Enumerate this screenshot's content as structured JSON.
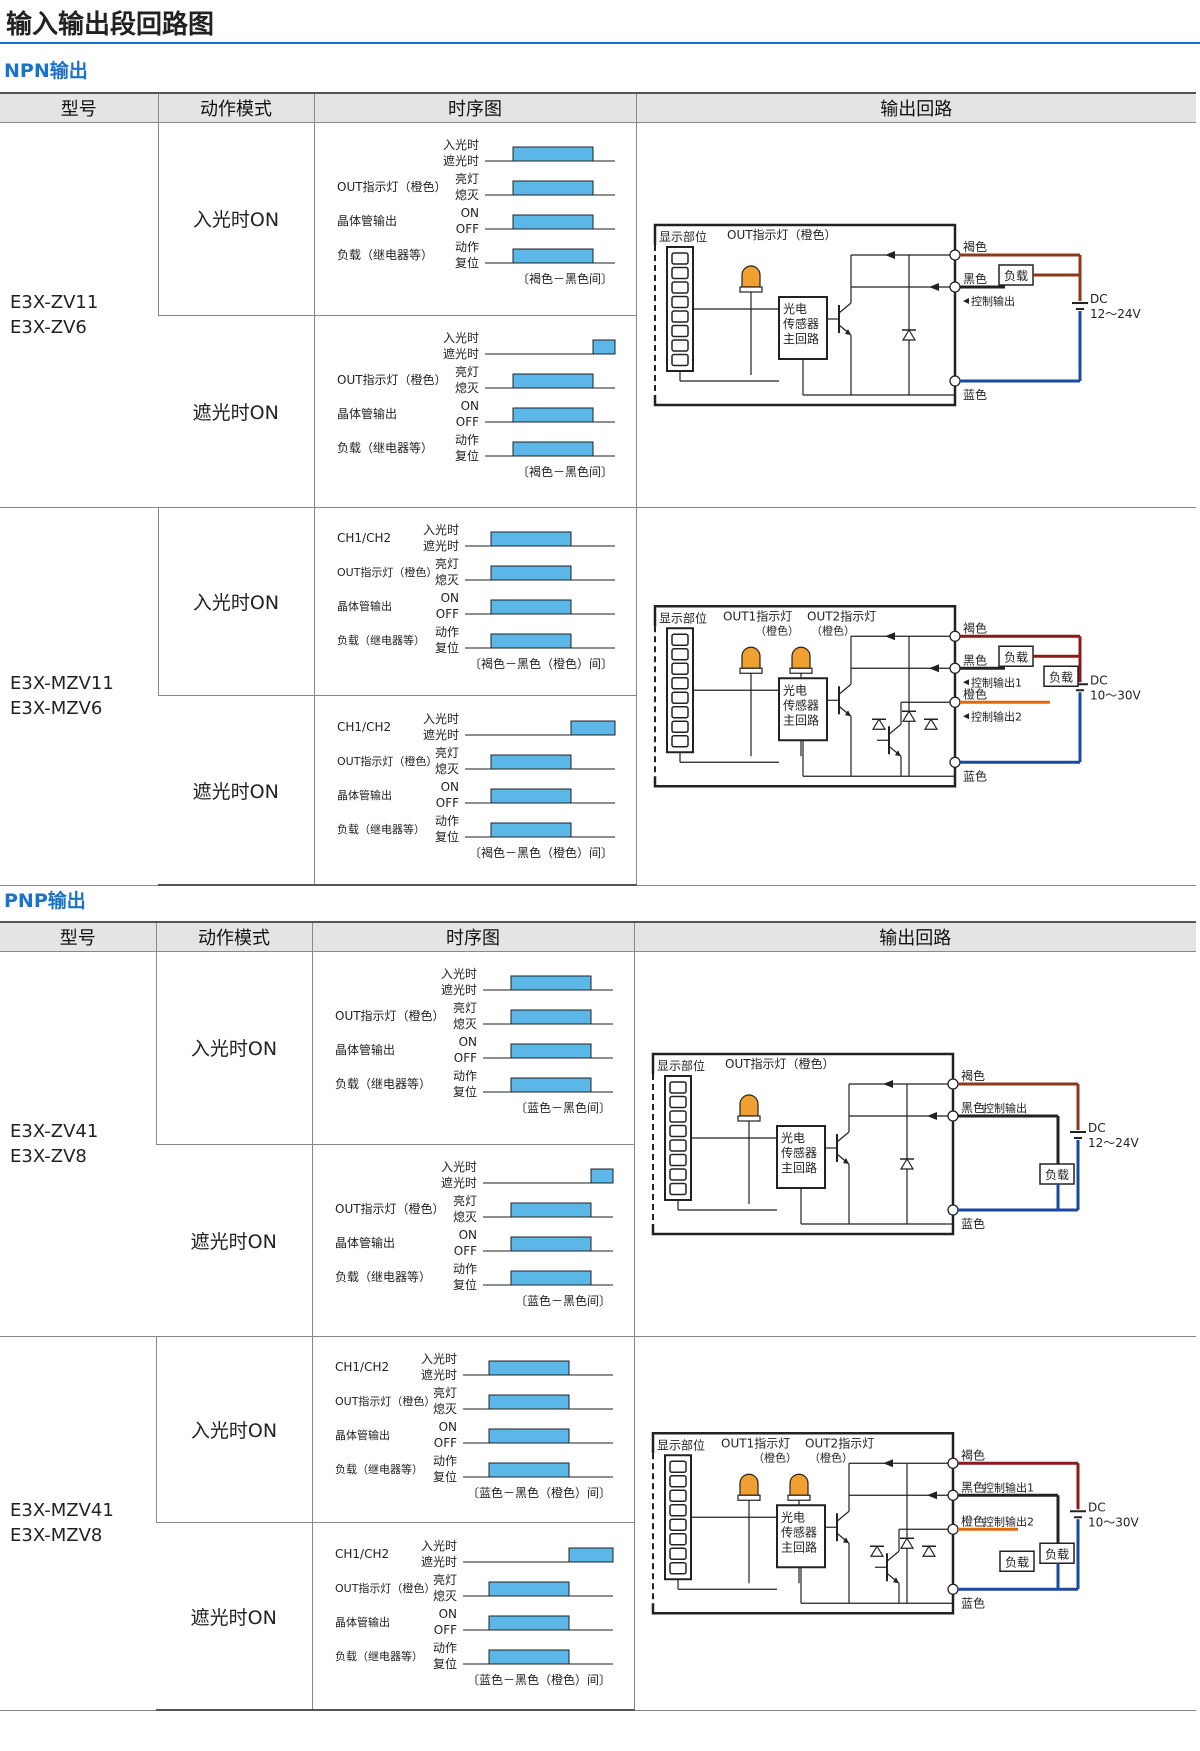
{
  "page_title": "输入输出段回路图",
  "headers": {
    "model": "型号",
    "mode": "动作模式",
    "timing": "时序图",
    "circuit": "输出回路"
  },
  "timing_labels": {
    "light_on": "入光时",
    "light_off": "遮光时",
    "indicator": "OUT指示灯（橙色）",
    "lit": "亮灯",
    "unlit": "熄灭",
    "transistor": "晶体管输出",
    "on": "ON",
    "off": "OFF",
    "load": "负载（继电器等）",
    "operate": "动作",
    "reset": "复位",
    "ch": "CH1/CH2"
  },
  "circuit_labels": {
    "display": "显示部位",
    "out_ind": "OUT指示灯（橙色）",
    "out1": "OUT1指示灯",
    "out2": "OUT2指示灯",
    "orange": "（橙色）",
    "sensor1": "光电",
    "sensor2": "传感器",
    "sensor3": "主回路",
    "brown": "褐色",
    "black": "黑色",
    "blue": "蓝色",
    "orange_wire": "橙色",
    "load": "负载",
    "ctrl": "控制输出",
    "ctrl1": "控制输出1",
    "ctrl2": "控制输出2",
    "dc": "DC"
  },
  "sections": [
    {
      "heading": "NPN输出",
      "groups": [
        {
          "models": [
            "E3X-ZV11",
            "E3X-ZV6"
          ],
          "dual": false,
          "voltage": "12～24V",
          "circuit_type": "npn",
          "rows": [
            {
              "mode": "入光时ON",
              "inverted": false,
              "note": "〔褐色－黑色间〕"
            },
            {
              "mode": "遮光时ON",
              "inverted": true,
              "note": "〔褐色－黑色间〕"
            }
          ]
        },
        {
          "models": [
            "E3X-MZV11",
            "E3X-MZV6"
          ],
          "dual": true,
          "voltage": "10～30V",
          "circuit_type": "npn",
          "rows": [
            {
              "mode": "入光时ON",
              "inverted": false,
              "note": "〔褐色－黑色（橙色）间〕"
            },
            {
              "mode": "遮光时ON",
              "inverted": true,
              "note": "〔褐色－黑色（橙色）间〕"
            }
          ]
        }
      ]
    },
    {
      "heading": "PNP输出",
      "groups": [
        {
          "models": [
            "E3X-ZV41",
            "E3X-ZV8"
          ],
          "dual": false,
          "voltage": "12～24V",
          "circuit_type": "pnp",
          "rows": [
            {
              "mode": "入光时ON",
              "inverted": false,
              "note": "〔蓝色－黑色间〕"
            },
            {
              "mode": "遮光时ON",
              "inverted": true,
              "note": "〔蓝色－黑色间〕"
            }
          ]
        },
        {
          "models": [
            "E3X-MZV41",
            "E3X-MZV8"
          ],
          "dual": true,
          "voltage": "10～30V",
          "circuit_type": "pnp",
          "rows": [
            {
              "mode": "入光时ON",
              "inverted": false,
              "note": "〔蓝色－黑色（橙色）间〕"
            },
            {
              "mode": "遮光时ON",
              "inverted": true,
              "note": "〔蓝色－黑色（橙色）间〕"
            }
          ]
        }
      ]
    }
  ]
}
